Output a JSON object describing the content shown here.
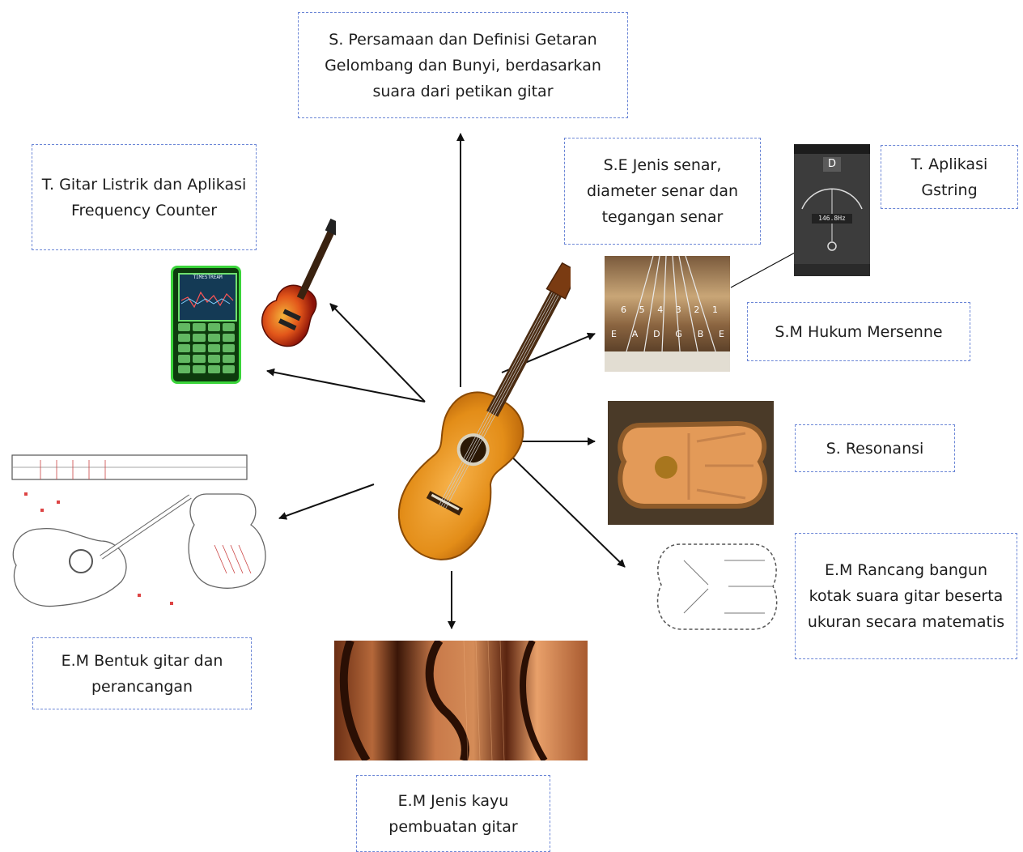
{
  "boxes": {
    "s_persamaan": "S. Persamaan dan Definisi Getaran Gelombang dan Bunyi, berdasarkan suara dari petikan gitar",
    "t_gitar_listrik": "T. Gitar Listrik dan Aplikasi Frequency Counter",
    "se_jenis_senar": "S.E Jenis senar, diameter senar dan tegangan senar",
    "t_aplikasi_gstring": "T. Aplikasi Gstring",
    "sm_hukum_mersenne": "S.M Hukum Mersenne",
    "s_resonansi": "S. Resonansi",
    "em_rancang_bangun": "E.M Rancang bangun kotak suara gitar beserta ukuran secara matematis",
    "em_bentuk_gitar": "E.M Bentuk gitar dan perancangan",
    "em_jenis_kayu": "E.M Jenis kayu pembuatan gitar"
  },
  "images": {
    "string_labels_numbers": [
      "6",
      "5",
      "4",
      "3",
      "2",
      "1"
    ],
    "string_labels_notes": [
      "E",
      "A",
      "D",
      "G",
      "B",
      "E"
    ],
    "tuner_note": "D",
    "tuner_freq": "146.8Hz",
    "counter_label": "TIMESTREAM"
  },
  "colors": {
    "box_border": "#6b86d6",
    "guitar": "#e8951f",
    "arrow": "#111111"
  }
}
